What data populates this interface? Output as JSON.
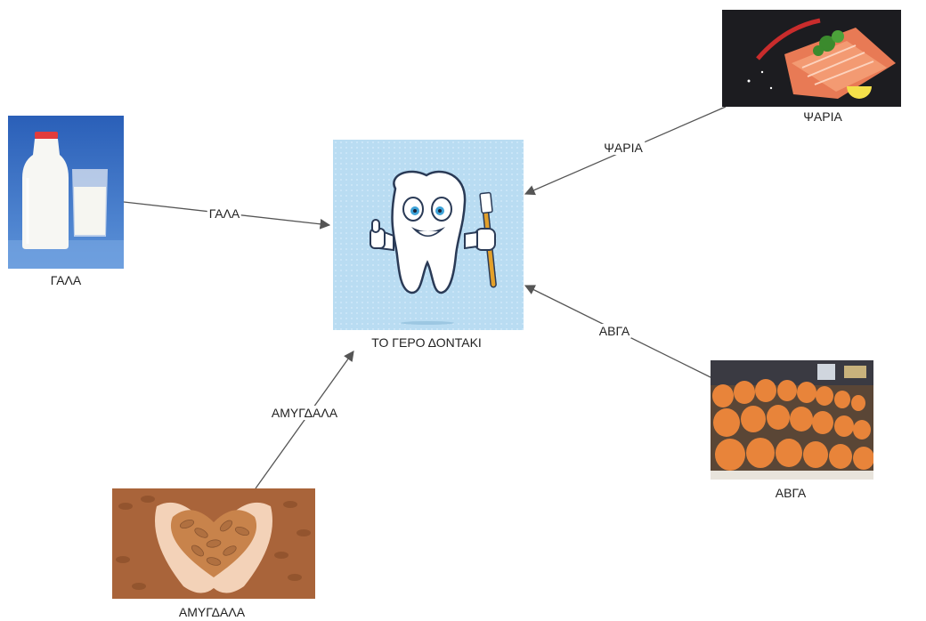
{
  "center": {
    "caption": "ΤΟ ΓΕΡΟ ΔΟΝΤΑΚΙ"
  },
  "nodes": {
    "milk": {
      "caption": "ΓΑΛΑ"
    },
    "fish": {
      "caption": "ΨΑΡΙΑ"
    },
    "eggs": {
      "caption": "ΑΒΓΑ"
    },
    "almonds": {
      "caption": "ΑΜΥΓΔΑΛΑ"
    }
  },
  "edges": {
    "milk": "ΓΑΛΑ",
    "fish": "ΨΑΡΙΑ",
    "eggs": "ΑΒΓΑ",
    "almonds": "ΑΜΥΓΔΑΛΑ"
  },
  "colors": {
    "arrow": "#555555",
    "tooth_bg": "#b9dcf2"
  }
}
